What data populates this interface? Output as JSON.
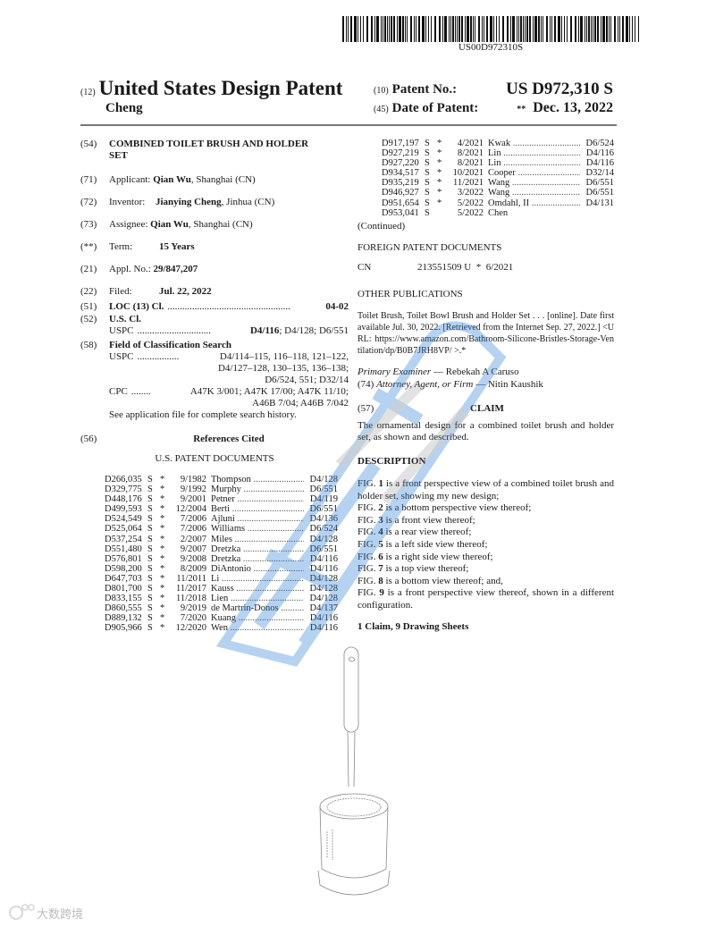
{
  "header": {
    "barcode_text": "US00D972310S",
    "doc_code": "(12)",
    "doc_title": "United States Design Patent",
    "inventor_short": "Cheng",
    "patent_no_code": "(10)",
    "patent_no_label": "Patent No.:",
    "patent_no": "US D972,310 S",
    "date_code": "(45)",
    "date_label": "Date of Patent:",
    "date_marker": "**",
    "date": "Dec. 13, 2022"
  },
  "biblio": {
    "title": {
      "code": "(54)",
      "line1": "COMBINED TOILET BRUSH AND HOLDER",
      "line2": "SET"
    },
    "applicant": {
      "code": "(71)",
      "label": "Applicant:",
      "name": "Qian Wu",
      "place": ", Shanghai (CN)"
    },
    "inventor": {
      "code": "(72)",
      "label": "Inventor:",
      "name": "Jianying Cheng",
      "place": ", Jinhua (CN)"
    },
    "assignee": {
      "code": "(73)",
      "label": "Assignee:",
      "name": "Qian Wu",
      "place": ", Shanghai (CN)"
    },
    "term": {
      "code": "(**)",
      "label": "Term:",
      "value": "15 Years"
    },
    "appl": {
      "code": "(21)",
      "label": "Appl. No.:",
      "value": "29/847,207"
    },
    "filed": {
      "code": "(22)",
      "label": "Filed:",
      "value": "Jul. 22, 2022"
    },
    "loc": {
      "code": "(51)",
      "label": "LOC (13) Cl.",
      "dots": "..................................................",
      "value": "04-02"
    },
    "uscl": {
      "code": "(52)",
      "label": "U.S. Cl.",
      "uspc": "USPC",
      "dots": "..............................",
      "main": "D4/116",
      "rest": "; D4/128; D6/551"
    },
    "field": {
      "code": "(58)",
      "label": "Field of Classification Search",
      "uspc": "USPC",
      "uspc_dots": ".................",
      "uspc_lines": [
        "D4/114–115, 116–118, 121–122,",
        "D4/127–128, 130–135, 136–138;",
        "D6/524, 551; D32/14"
      ],
      "cpc": "CPC",
      "cpc_dots": "........",
      "cpc_lines": [
        "A47K 3/001; A47K 17/00; A47K 11/10;",
        "A46B 7/04; A46B 7/042"
      ],
      "note": "See application file for complete search history."
    }
  },
  "references": {
    "code": "(56)",
    "heading": "References Cited",
    "us_heading": "U.S. PATENT DOCUMENTS",
    "us_left": [
      [
        "D266,035",
        "S",
        "*",
        "9/1982",
        "Thompson",
        "D4/128"
      ],
      [
        "D329,775",
        "S",
        "*",
        "9/1992",
        "Murphy",
        "D6/551"
      ],
      [
        "D448,176",
        "S",
        "*",
        "9/2001",
        "Petner",
        "D4/119"
      ],
      [
        "D499,593",
        "S",
        "*",
        "12/2004",
        "Berti",
        "D6/551"
      ],
      [
        "D524,549",
        "S",
        "*",
        "7/2006",
        "Ajluni",
        "D4/136"
      ],
      [
        "D525,064",
        "S",
        "*",
        "7/2006",
        "Williams",
        "D6/524"
      ],
      [
        "D537,254",
        "S",
        "*",
        "2/2007",
        "Miles",
        "D4/128"
      ],
      [
        "D551,480",
        "S",
        "*",
        "9/2007",
        "Dretzka",
        "D6/551"
      ],
      [
        "D576,801",
        "S",
        "*",
        "9/2008",
        "Dretzka",
        "D4/116"
      ],
      [
        "D598,200",
        "S",
        "*",
        "8/2009",
        "DiAntonio",
        "D4/116"
      ],
      [
        "D647,703",
        "S",
        "*",
        "11/2011",
        "Li",
        "D4/128"
      ],
      [
        "D801,700",
        "S",
        "*",
        "11/2017",
        "Kauss",
        "D4/128"
      ],
      [
        "D833,155",
        "S",
        "*",
        "11/2018",
        "Lien",
        "D4/128"
      ],
      [
        "D860,555",
        "S",
        "*",
        "9/2019",
        "de Martrin-Donos",
        "D4/137"
      ],
      [
        "D889,132",
        "S",
        "*",
        "7/2020",
        "Kuang",
        "D4/116"
      ],
      [
        "D905,966",
        "S",
        "*",
        "12/2020",
        "Wen",
        "D4/116"
      ]
    ],
    "us_right": [
      [
        "D917,197",
        "S",
        "*",
        "4/2021",
        "Kwak",
        "D6/524"
      ],
      [
        "D927,219",
        "S",
        "*",
        "8/2021",
        "Lin",
        "D4/116"
      ],
      [
        "D927,220",
        "S",
        "*",
        "8/2021",
        "Lin",
        "D4/116"
      ],
      [
        "D934,517",
        "S",
        "*",
        "10/2021",
        "Cooper",
        "D32/14"
      ],
      [
        "D935,219",
        "S",
        "*",
        "11/2021",
        "Wang",
        "D6/551"
      ],
      [
        "D946,927",
        "S",
        "*",
        "3/2022",
        "Wang",
        "D6/551"
      ],
      [
        "D951,654",
        "S",
        "*",
        "5/2022",
        "Omdahl, II",
        "D4/131"
      ],
      [
        "D953,041",
        "S",
        "",
        "5/2022",
        "Chen",
        ""
      ]
    ],
    "continued": "(Continued)",
    "foreign_heading": "FOREIGN PATENT DOCUMENTS",
    "foreign": {
      "country": "CN",
      "number": "213551509 U",
      "star": "*",
      "date": "6/2021"
    },
    "other_heading": "OTHER PUBLICATIONS",
    "other_text": "Toilet Brush, Toilet Bowl Brush and Holder Set . . . [online]. Date first available Jul. 30, 2022. [Retrieved from the Internet Sep. 27, 2022.] <URL: https://www.amazon.com/Bathroom-Silicone-Bristles-Storage-Ventilation/dp/B0B7JRH8VP/ >.*"
  },
  "examiner": {
    "label": "Primary Examiner",
    "name": " — Rebekah A Caruso",
    "attorney_code": "(74)",
    "attorney_label": "Attorney, Agent, or Firm",
    "attorney_name": " — Nitin Kaushik"
  },
  "claim": {
    "code": "(57)",
    "heading": "CLAIM",
    "text": "The ornamental design for a combined toilet brush and holder set, as shown and described."
  },
  "description": {
    "heading": "DESCRIPTION",
    "figs": [
      {
        "pre": "FIG. ",
        "num": "1",
        "text": " is a front perspective view of a combined toilet brush and holder set, showing my new design;"
      },
      {
        "pre": "FIG. ",
        "num": "2",
        "text": " is a bottom perspective view thereof;"
      },
      {
        "pre": "FIG. ",
        "num": "3",
        "text": " is a front view thereof;"
      },
      {
        "pre": "FIG. ",
        "num": "4",
        "text": " is a rear view thereof;"
      },
      {
        "pre": "FIG. ",
        "num": "5",
        "text": " is a left side view thereof;"
      },
      {
        "pre": "FIG. ",
        "num": "6",
        "text": " is a right side view thereof;"
      },
      {
        "pre": "FIG. ",
        "num": "7",
        "text": " is a top view thereof;"
      },
      {
        "pre": "FIG. ",
        "num": "8",
        "text": " is a bottom view thereof; and,"
      },
      {
        "pre": "FIG. ",
        "num": "9",
        "text": " is a front perspective view thereof, shown in a different configuration."
      }
    ],
    "summary": "1 Claim, 9 Drawing Sheets"
  },
  "watermark": {
    "logo_text": "大数跨境",
    "color": "#2f7fd8"
  }
}
